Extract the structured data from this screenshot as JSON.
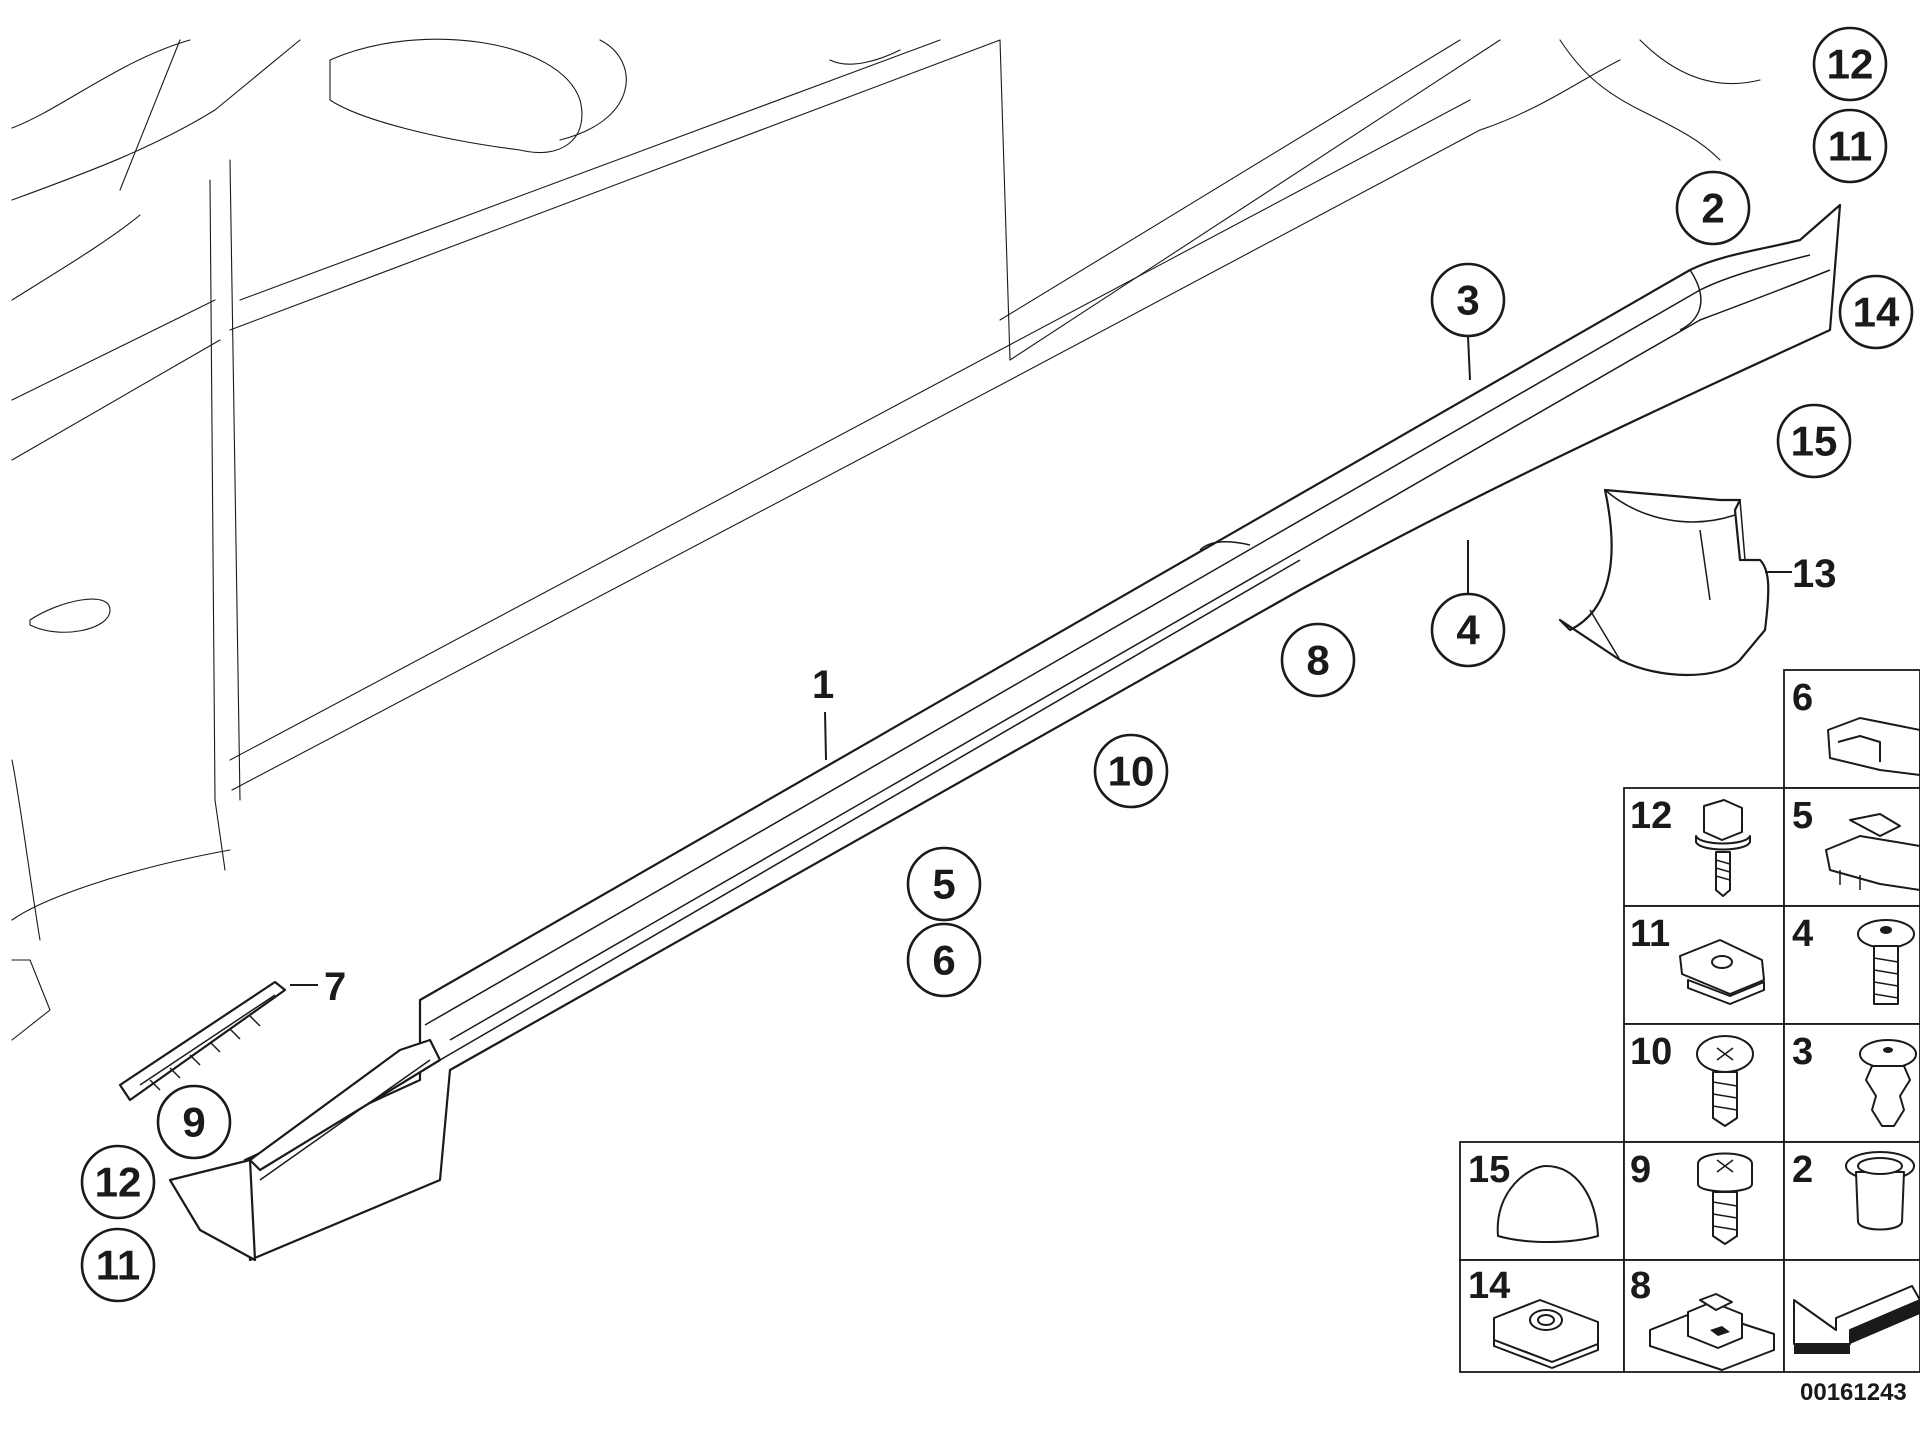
{
  "callouts": {
    "c12_top": "12",
    "c11_top": "11",
    "c2": "2",
    "c14_right": "14",
    "c3": "3",
    "c15": "15",
    "c4": "4",
    "c8": "8",
    "c10": "10",
    "c5": "5",
    "c6": "6",
    "c9": "9",
    "c12_left": "12",
    "c11_left": "11"
  },
  "labels": {
    "part1": "1",
    "part7": "7",
    "part13": "13"
  },
  "legend": {
    "cells": [
      {
        "num": "6"
      },
      {
        "num": "12"
      },
      {
        "num": "5"
      },
      {
        "num": "11"
      },
      {
        "num": "4"
      },
      {
        "num": "10"
      },
      {
        "num": "3"
      },
      {
        "num": "15"
      },
      {
        "num": "9"
      },
      {
        "num": "2"
      },
      {
        "num": "14"
      },
      {
        "num": "8"
      }
    ]
  },
  "reference_id": "00161243",
  "icons": [
    "clip-icon",
    "bolt-icon",
    "speed-nut-icon",
    "expanding-rivet-icon",
    "torx-screw-icon",
    "grommet-icon",
    "plug-icon",
    "cage-nut-icon",
    "front-arrow-icon"
  ]
}
